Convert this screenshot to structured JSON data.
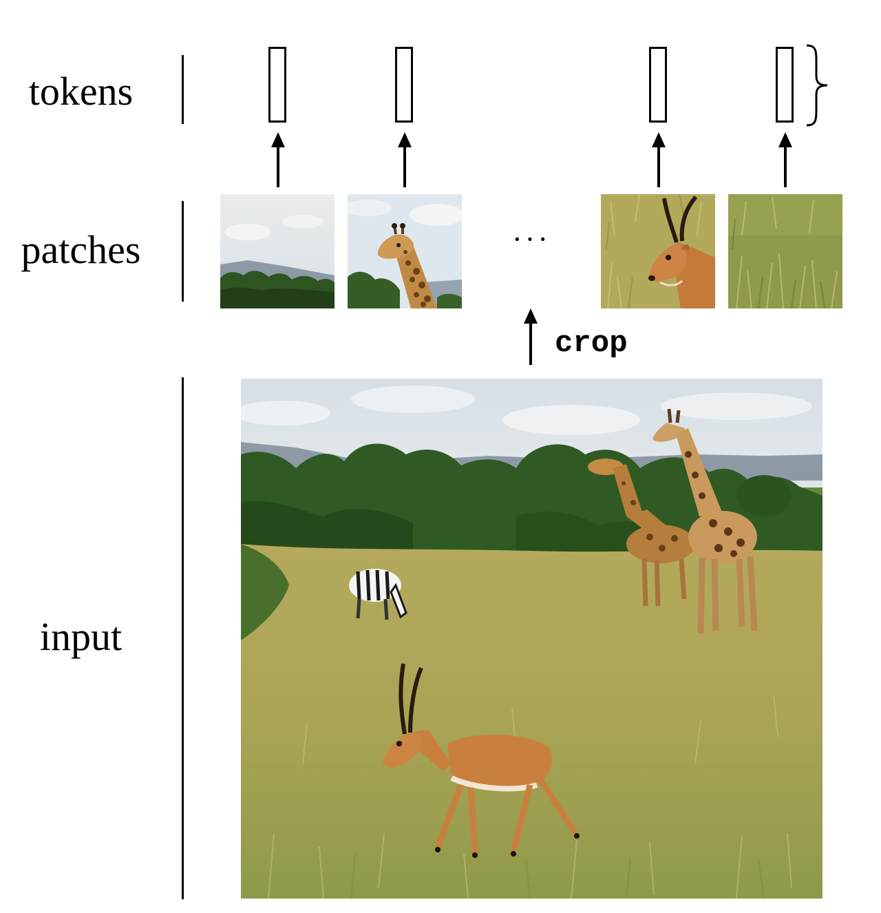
{
  "labels": {
    "tokens": "tokens",
    "patches": "patches",
    "input": "input"
  },
  "ellipsis": "···",
  "crop_label": "crop",
  "tokens": [
    {
      "name": "token-1"
    },
    {
      "name": "token-2"
    },
    {
      "name": "token-3"
    },
    {
      "name": "token-4"
    }
  ],
  "patches": [
    {
      "content": "sky and distant hills with treetops"
    },
    {
      "content": "giraffe head and neck"
    },
    {
      "content": "impala head with horns"
    },
    {
      "content": "grass"
    }
  ],
  "colors": {
    "sky": "#dfe6ea",
    "trees": "#2f5a24",
    "grass": "#a9a553",
    "giraffe": "#c0883f",
    "impala": "#c9803f"
  }
}
